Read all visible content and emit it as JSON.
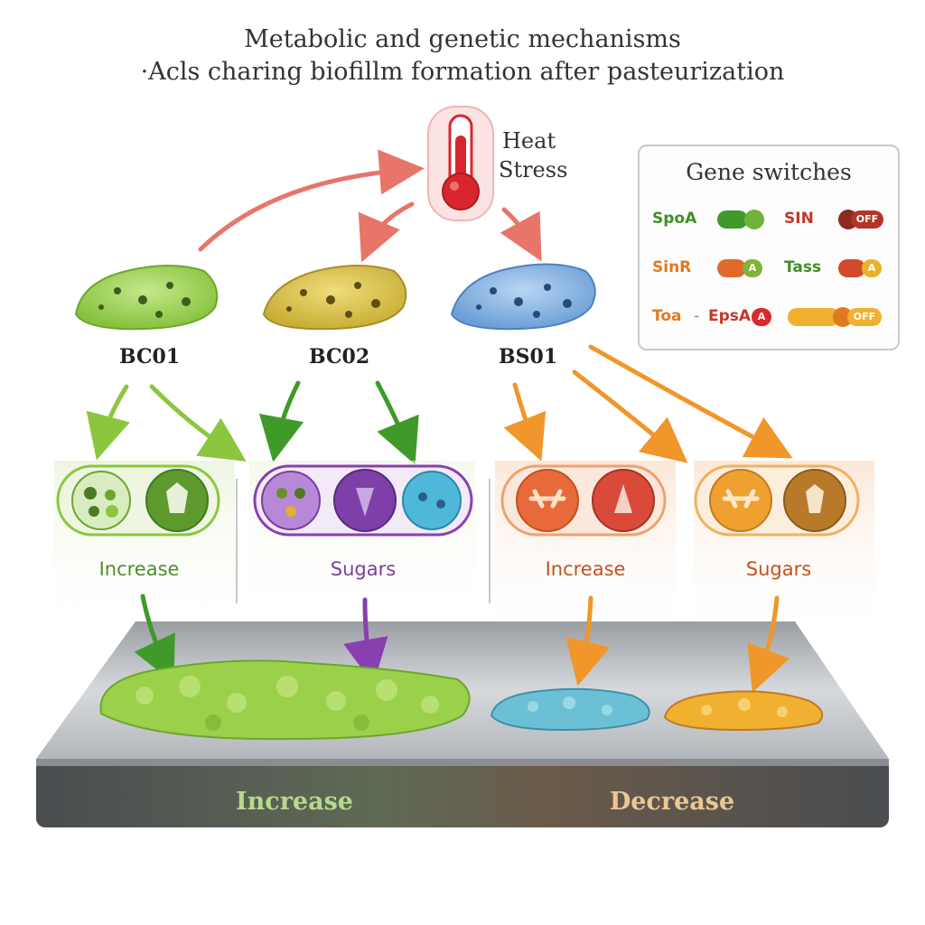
{
  "title": {
    "line1": "Metabolic and genetic mechanisms",
    "line2": "·Acls charing biofillm formation after pasteurization"
  },
  "heat_stress": {
    "label_line1": "Heat",
    "label_line2": "Stress",
    "icon": "thermometer-icon",
    "color": "#d9262e"
  },
  "gene_switches": {
    "title": "Gene switches",
    "items": [
      {
        "name": "SpoA",
        "state": "",
        "name_color": "#3f8f22",
        "pill_color": "#3f9a2a",
        "dot_color": "#6fb33a"
      },
      {
        "name": "SIN",
        "state": "OFF",
        "name_color": "#c03a2b",
        "pill_color": "#b3352a",
        "dot_color": "#8c2a20"
      },
      {
        "name": "SinR",
        "state": "A",
        "name_color": "#e07a20",
        "pill_color": "#e06a2a",
        "dot_color": "#7fb33a"
      },
      {
        "name": "Tass",
        "state": "A",
        "name_color": "#3f8f22",
        "pill_color": "#d34a2a",
        "dot_color": "#e7b32a"
      },
      {
        "name": "Toa",
        "state": "",
        "name_color": "#e07a20",
        "pill_color": "#e07a20",
        "dot_color": "#e07a20"
      },
      {
        "name": "EpsA",
        "state": "A",
        "name_color": "#c03a2b",
        "pill_color": "#d92a2a",
        "dot_color": "#d92a2a"
      },
      {
        "name": "",
        "state": "OFF",
        "name_color": "#e7a22a",
        "pill_color": "#f0b030",
        "dot_color": "#e07a20"
      }
    ]
  },
  "strains": [
    {
      "label": "BC01",
      "color": "#8fc94a",
      "dark": "#5a8f2a"
    },
    {
      "label": "BC02",
      "color": "#d9c24a",
      "dark": "#8f7a22"
    },
    {
      "label": "BS01",
      "color": "#7fb0e0",
      "dark": "#3f6fa8"
    }
  ],
  "mechanisms": [
    {
      "label": "Increase",
      "color": "#4f8f2a"
    },
    {
      "label": "Sugars",
      "color": "#7a3f9a"
    },
    {
      "label": "Increase",
      "color": "#c2521f"
    },
    {
      "label": "Sugars",
      "color": "#c2521f"
    }
  ],
  "biofilm_outcome": {
    "increase_label": "Increase",
    "decrease_label": "Decrease",
    "increase_color": "#b8d98a",
    "decrease_color": "#e9c894"
  }
}
